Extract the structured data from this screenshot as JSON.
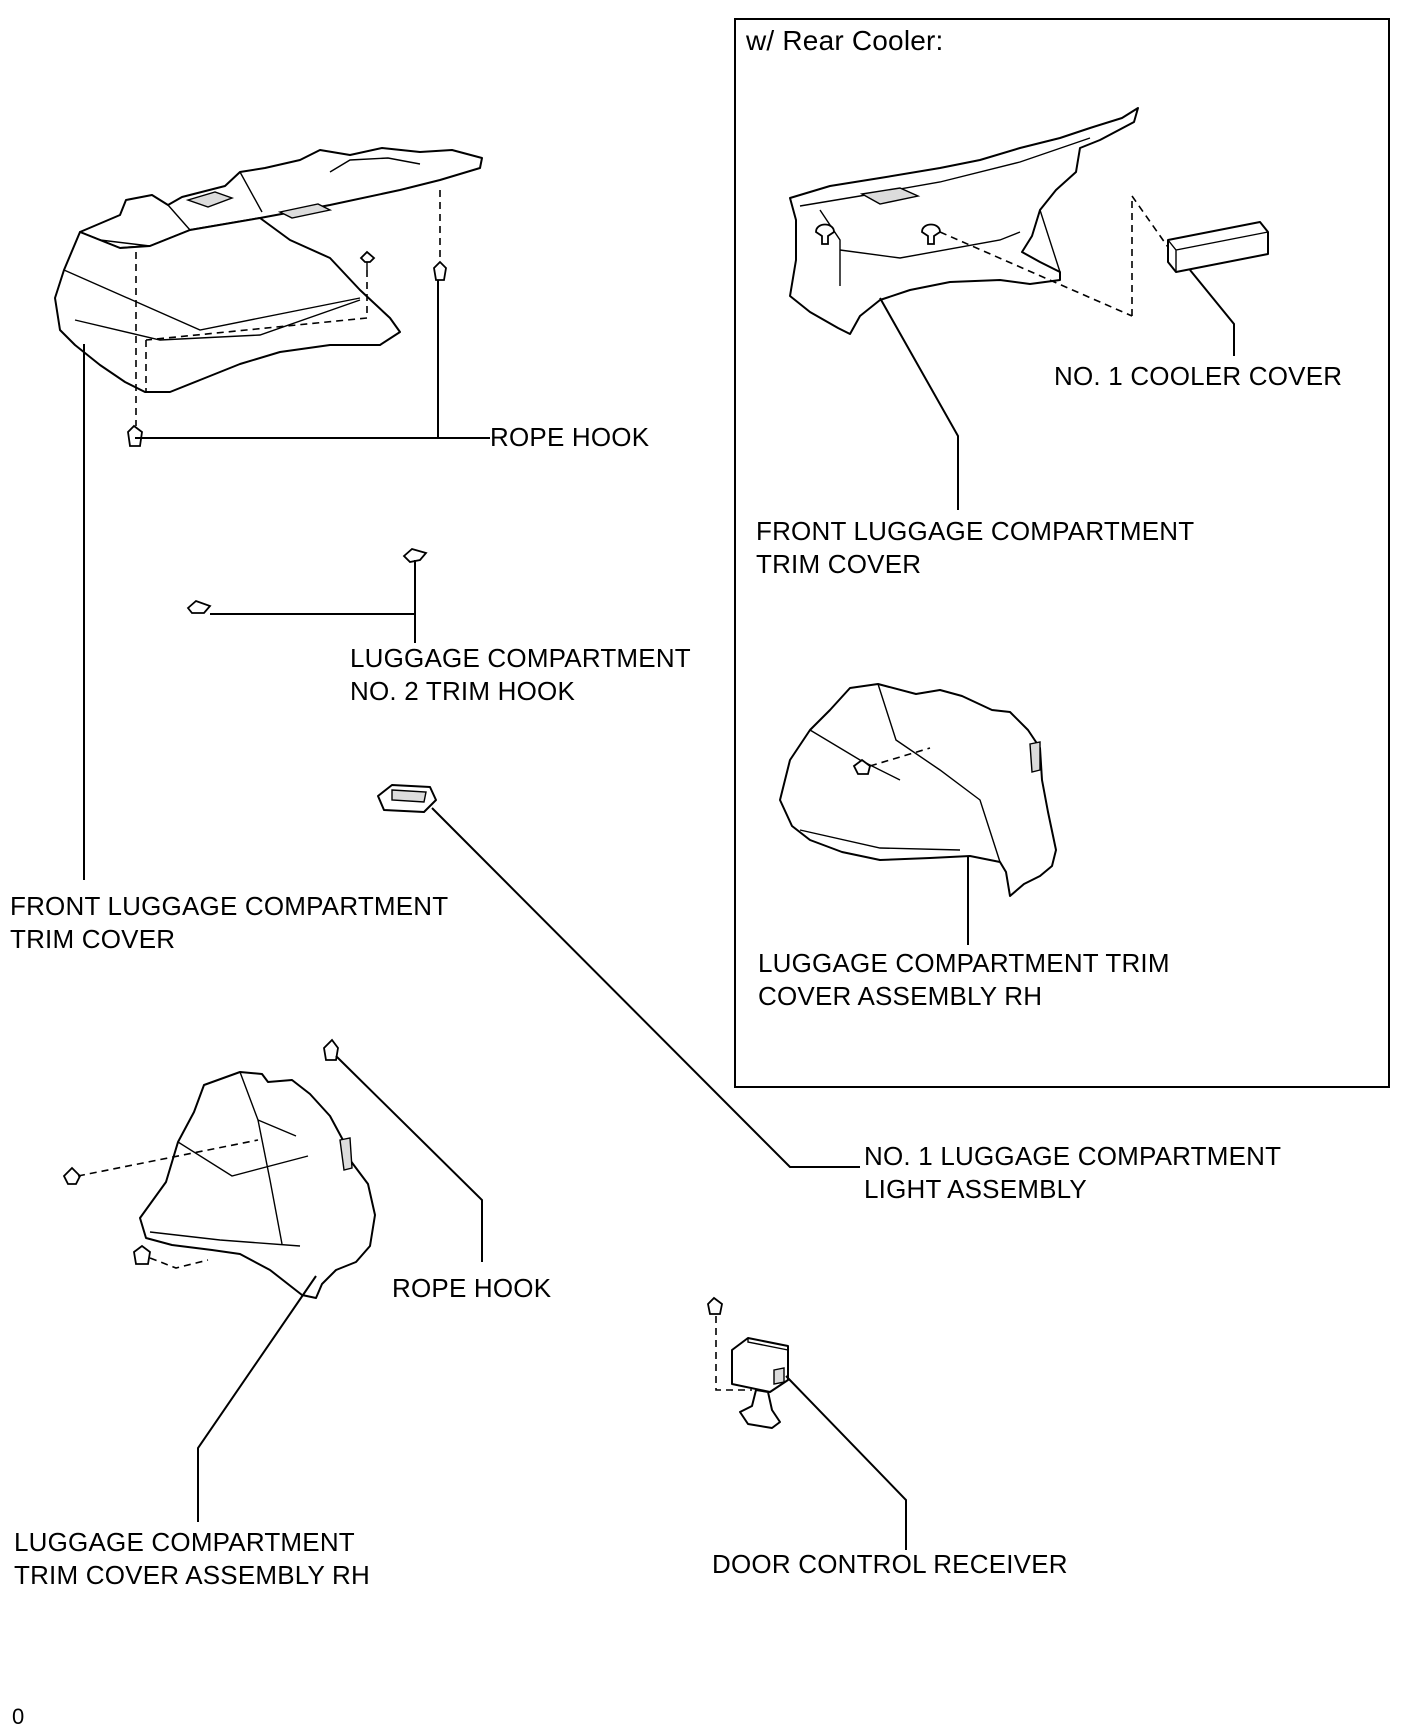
{
  "inset_title": "w/ Rear Cooler:",
  "labels": {
    "rope_hook_top": "ROPE HOOK",
    "front_trim_cover_left": [
      "FRONT LUGGAGE COMPARTMENT",
      "TRIM COVER"
    ],
    "trim_hook": [
      "LUGGAGE COMPARTMENT",
      "NO. 2 TRIM HOOK"
    ],
    "rope_hook_bottom": "ROPE HOOK",
    "trim_cover_rh_left": [
      "LUGGAGE COMPARTMENT",
      "TRIM COVER ASSEMBLY RH"
    ],
    "light_assembly": [
      "NO. 1 LUGGAGE COMPARTMENT",
      "LIGHT ASSEMBLY"
    ],
    "door_control_receiver": "DOOR CONTROL RECEIVER",
    "cooler_cover": "NO. 1 COOLER COVER",
    "front_trim_cover_inset": [
      "FRONT LUGGAGE COMPARTMENT",
      "TRIM COVER"
    ],
    "trim_cover_rh_inset": [
      "LUGGAGE COMPARTMENT TRIM",
      "COVER ASSEMBLY RH"
    ]
  },
  "figure_code": "0"
}
